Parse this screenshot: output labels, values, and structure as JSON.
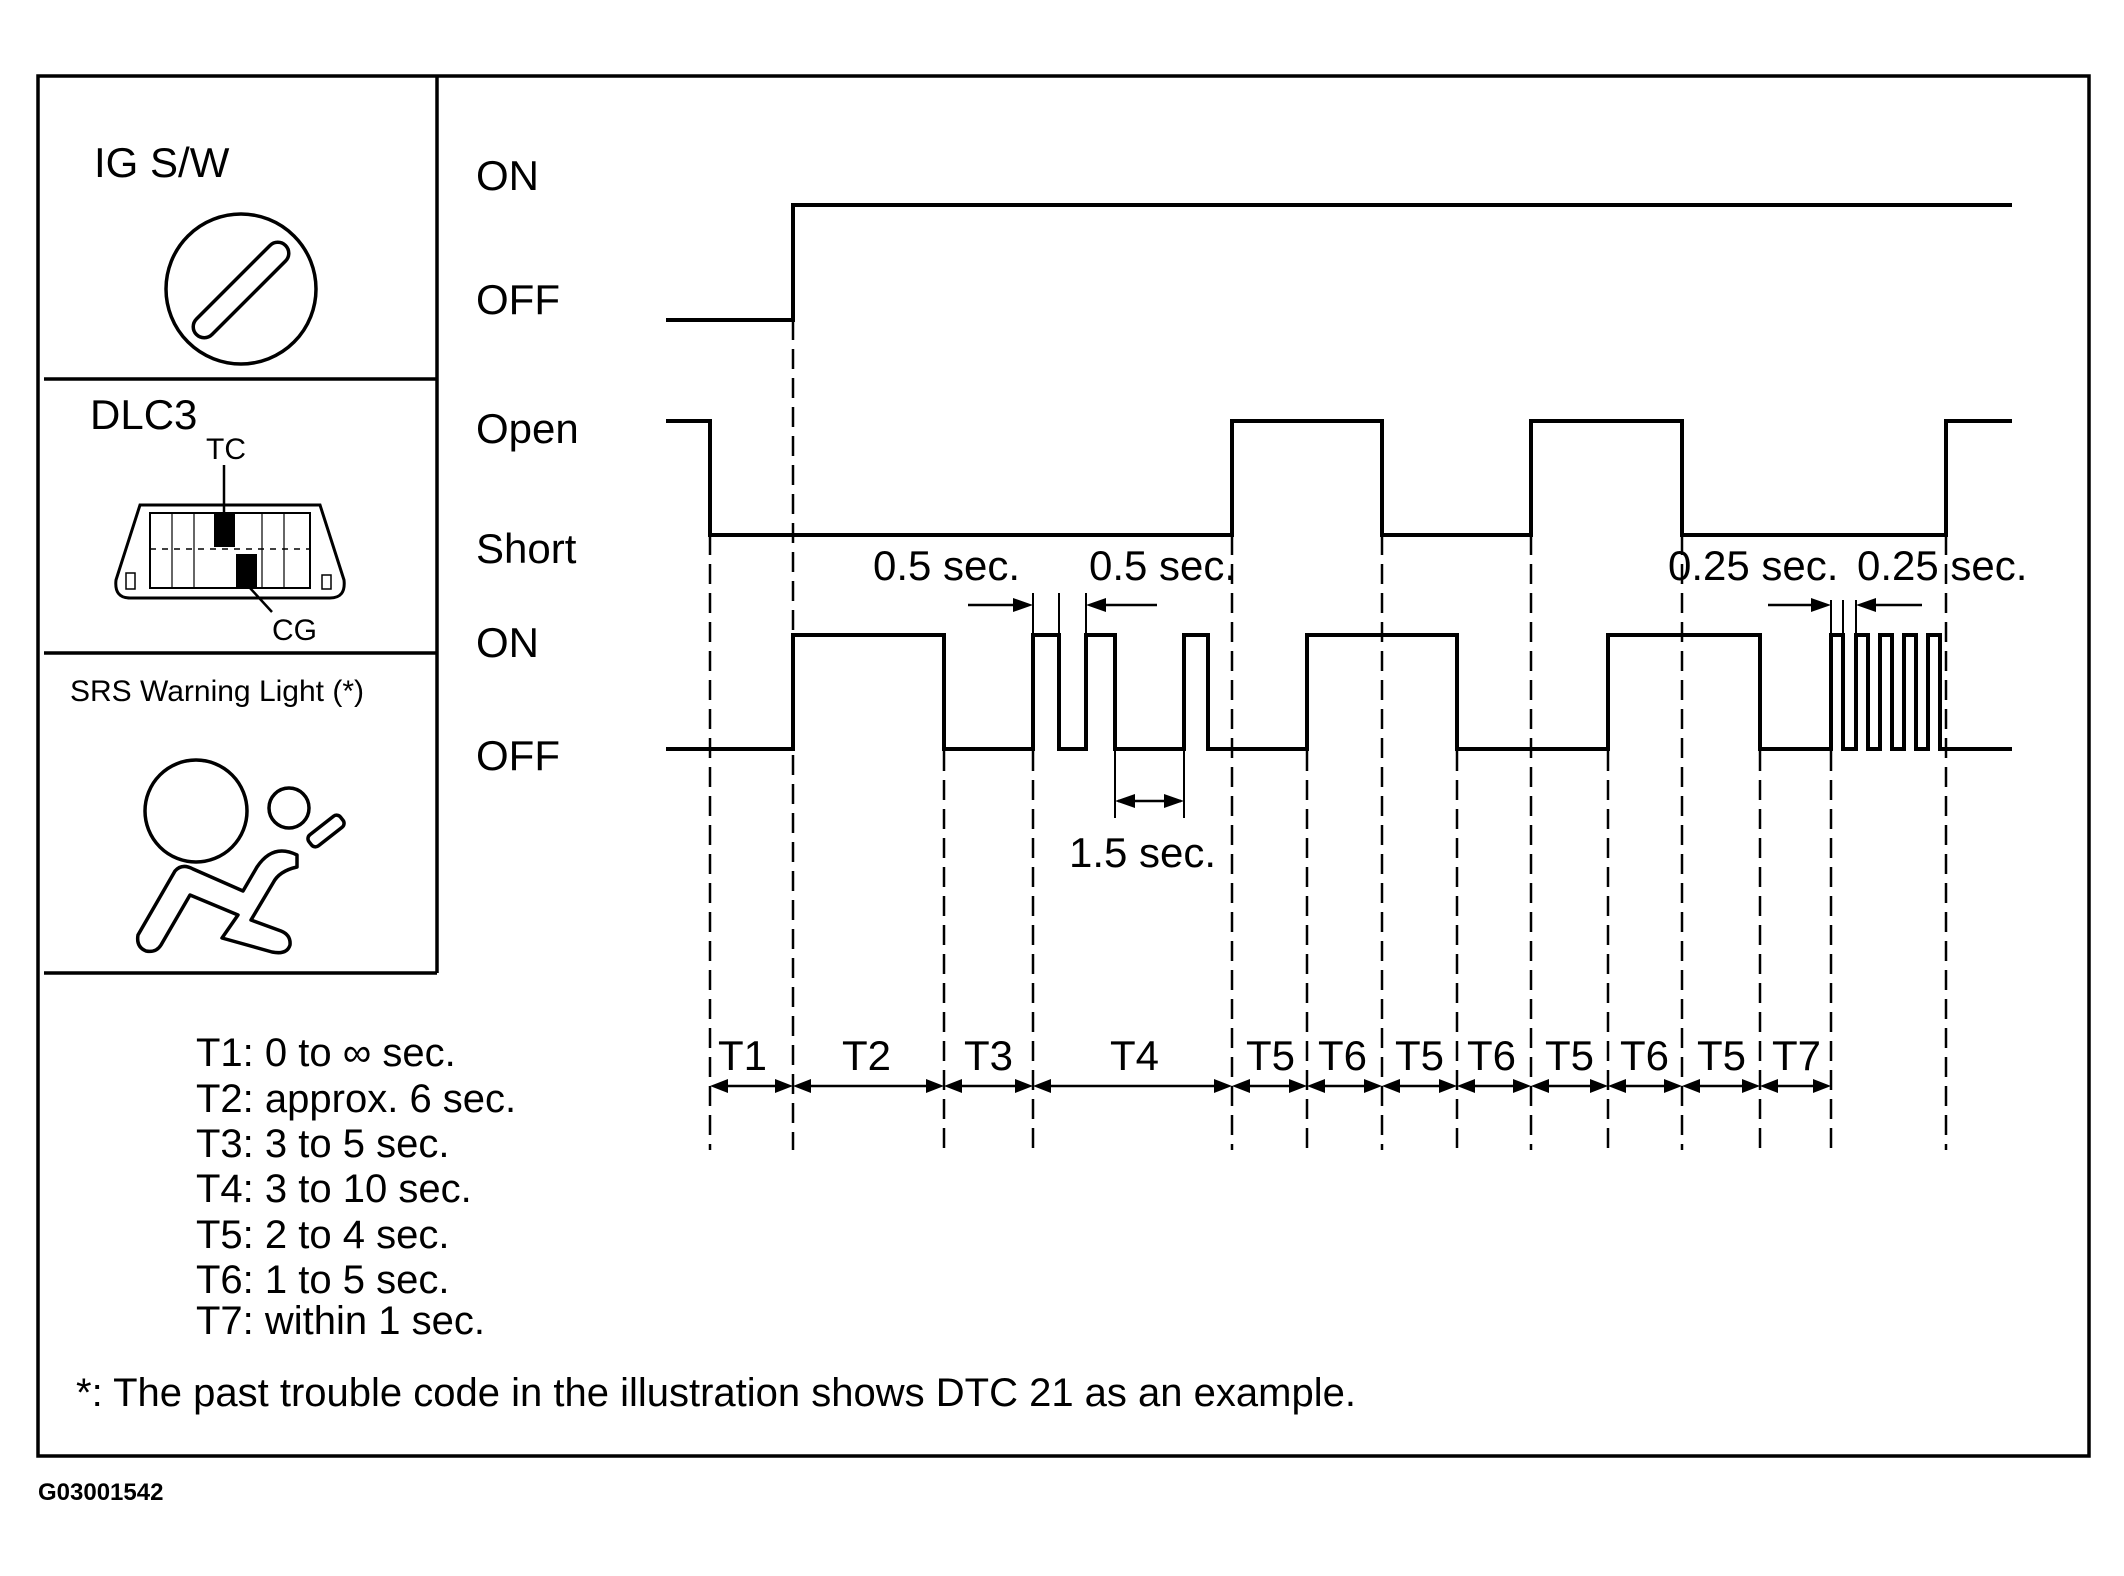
{
  "left_panel": {
    "ig_sw_label": "IG S/W",
    "dlc3_label": "DLC3",
    "tc_label": "TC",
    "cg_label": "CG",
    "srs_label": "SRS Warning Light (*)"
  },
  "signal_labels": {
    "ig_on": "ON",
    "ig_off": "OFF",
    "dlc_open": "Open",
    "dlc_short": "Short",
    "light_on": "ON",
    "light_off": "OFF"
  },
  "annotations": {
    "half_sec_left": "0.5 sec.",
    "half_sec_right": "0.5 sec.",
    "one_half_sec": "1.5 sec.",
    "quarter_sec_left": "0.25 sec.",
    "quarter_sec_right": "0.25 sec."
  },
  "interval_labels": [
    "T1",
    "T2",
    "T3",
    "T4",
    "T5",
    "T6",
    "T5",
    "T6",
    "T5",
    "T6",
    "T5",
    "T7"
  ],
  "legend": [
    "T1: 0 to ∞ sec.",
    "T2: approx. 6 sec.",
    "T3: 3 to 5 sec.",
    "T4: 3 to 10 sec.",
    "T5: 2 to 4 sec.",
    "T6: 1 to 5 sec.",
    "T7: within 1 sec."
  ],
  "footnote": "*: The past trouble code in the illustration shows DTC 21 as an example.",
  "figure_code": "G03001542"
}
